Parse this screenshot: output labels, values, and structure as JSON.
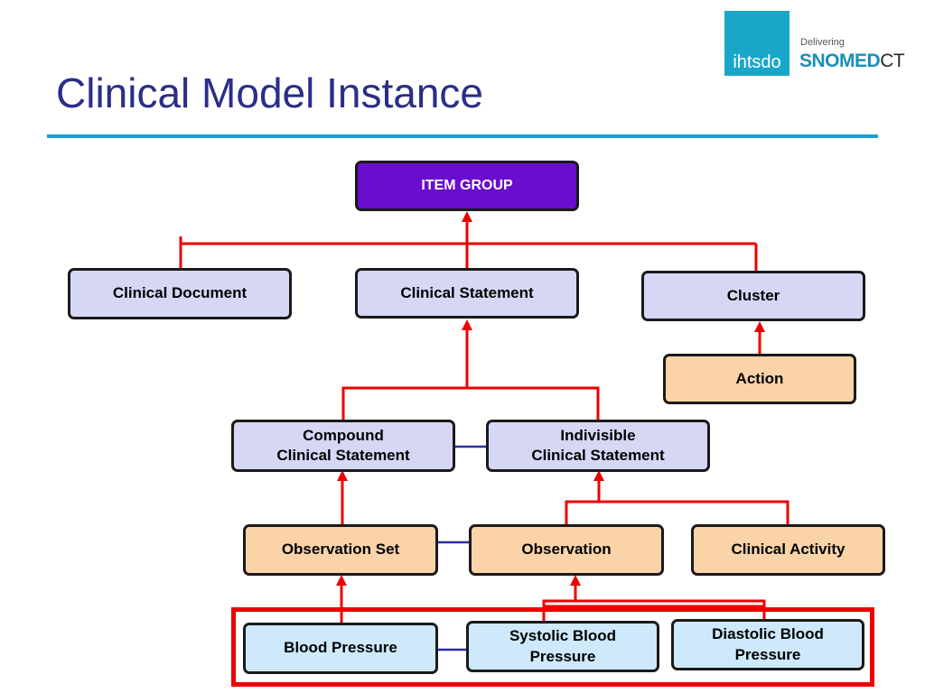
{
  "slide": {
    "title": "Clinical Model Instance"
  },
  "logo": {
    "org": "ihtsdo",
    "tagline": "Delivering",
    "brand_main": "SNOMED",
    "brand_suffix": "CT",
    "accent_color": "#1aa6c9"
  },
  "colors": {
    "title": "#2b2d88",
    "rule": "#1aa0c8",
    "arrow": "#ee0000",
    "association": "#2a2ea8"
  },
  "nodes": {
    "item_group": "ITEM GROUP",
    "clinical_document": "Clinical Document",
    "clinical_statement": "Clinical Statement",
    "cluster": "Cluster",
    "action": "Action",
    "compound_clinical_statement": "Compound\nClinical Statement",
    "indivisible_clinical_statement": "Indivisible\nClinical Statement",
    "observation_set": "Observation Set",
    "observation": "Observation",
    "clinical_activity": "Clinical Activity",
    "blood_pressure": "Blood Pressure",
    "systolic_blood_pressure": "Systolic Blood\nPressure",
    "diastolic_blood_pressure": "Diastolic Blood\nPressure"
  }
}
